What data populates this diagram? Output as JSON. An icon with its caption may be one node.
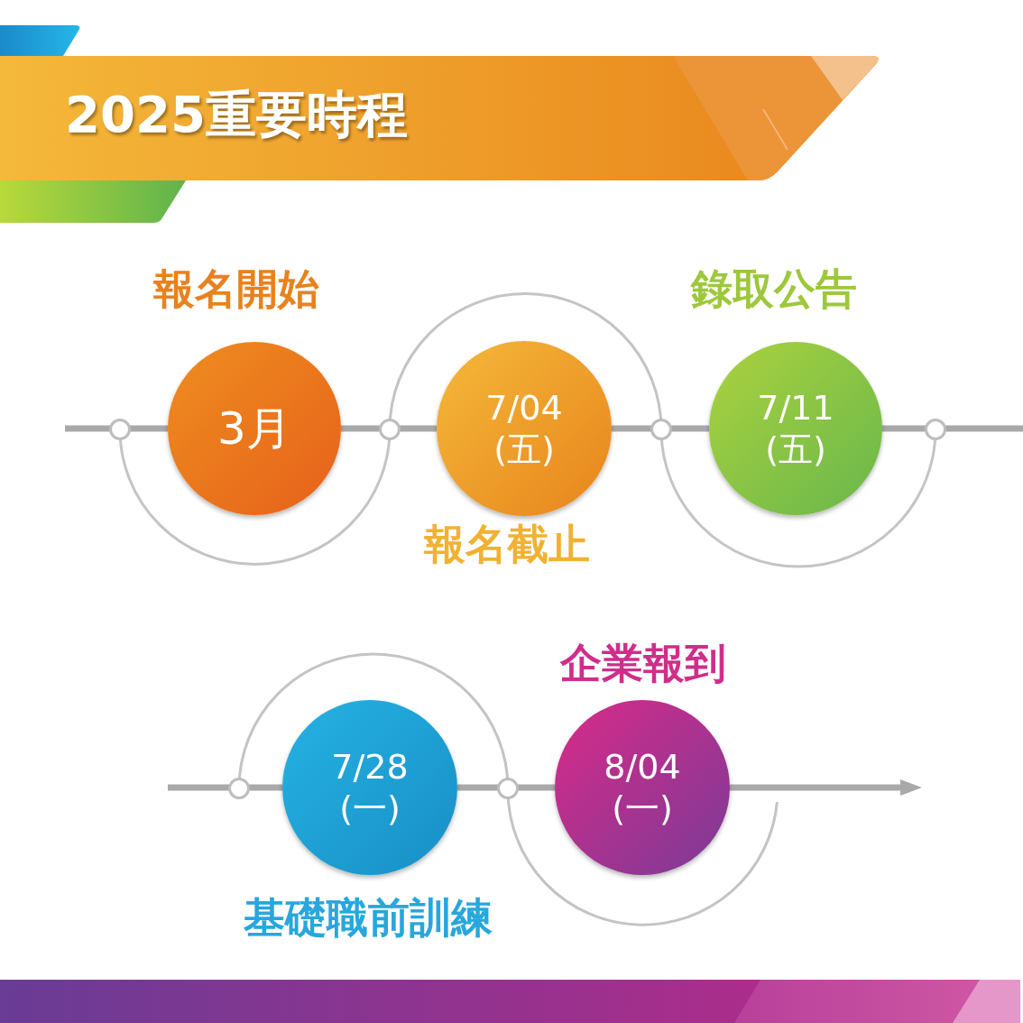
{
  "diagram": {
    "title": "2025重要時程",
    "nodes": [
      {
        "text": [
          "3月"
        ],
        "beside": [
          "報名開始"
        ]
      },
      {
        "text": [
          "7/04 (五)"
        ],
        "beside": [
          "報名截止"
        ]
      },
      {
        "text": [
          "7/11 (五)"
        ],
        "beside": [
          "錄取公告"
        ]
      },
      {
        "text": [
          "7/28 (一)"
        ],
        "beside": [
          "基礎職前訓練"
        ]
      },
      {
        "text": [
          "8/04 (一)"
        ],
        "beside": [
          "企業報到"
        ]
      }
    ],
    "edges": [
      {
        "from": null,
        "to": 0,
        "arrow": "none"
      },
      {
        "from": 0,
        "to": 1,
        "arrow": "none"
      },
      {
        "from": 1,
        "to": 2,
        "arrow": "none"
      },
      {
        "from": 2,
        "to": null,
        "arrow": "none"
      },
      {
        "from": null,
        "to": 3,
        "arrow": "none"
      },
      {
        "from": 3,
        "to": 4,
        "arrow": "none"
      },
      {
        "from": 4,
        "to": null,
        "arrow": "to"
      }
    ]
  }
}
